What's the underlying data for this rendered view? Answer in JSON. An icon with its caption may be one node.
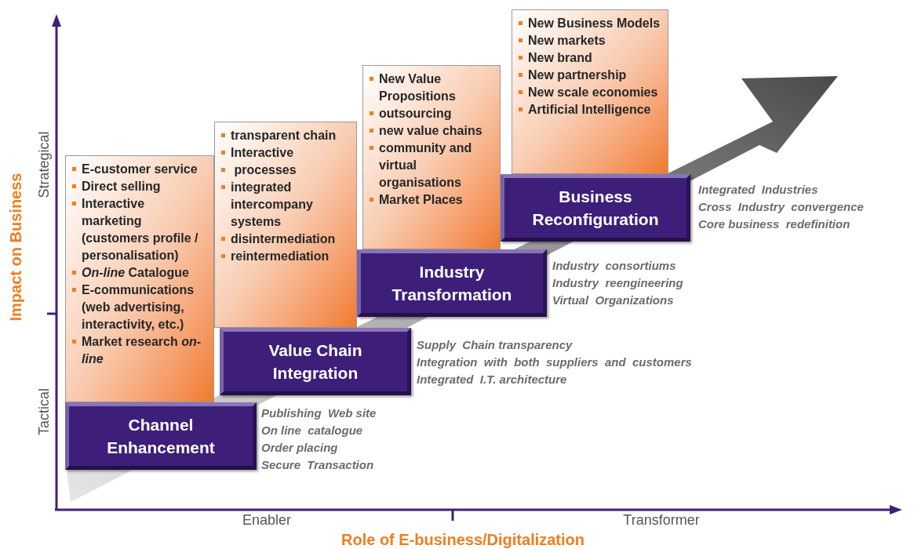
{
  "diagram": {
    "nodes": [
      {
        "text": [
          "E-customer service",
          "Direct selling",
          "Interactive marketing (customers profile / personalisation)",
          "*On-line* Catalogue",
          "E-communications (web advertising, interactivity, etc.)",
          "Market research *on-line*"
        ]
      },
      {
        "text": [
          "transparent chain",
          "Interactive",
          " processes",
          "integrated intercompany systems",
          "disintermediation",
          "reintermediation"
        ]
      },
      {
        "text": [
          "New Value Propositions",
          "outsourcing",
          "new value chains",
          "community and virtual organisations",
          "Market Places"
        ]
      },
      {
        "text": [
          "New Business Models",
          "New markets",
          "New brand",
          "New partnership",
          "New scale economies",
          "Artificial Intelligence"
        ]
      },
      {
        "text": [
          "Channel Enhancement"
        ],
        "beside": [
          "Publishing  Web site",
          "On line  catalogue",
          "Order placing",
          "Secure  Transaction"
        ]
      },
      {
        "text": [
          "Value Chain Integration"
        ],
        "beside": [
          "Supply  Chain transparency",
          "Integration  with  both  suppliers  and  customers",
          "Integrated  I.T. architecture"
        ]
      },
      {
        "text": [
          "Industry Transformation"
        ],
        "beside": [
          "Industry  consortiums",
          "Industry  reengineering",
          "Virtual  Organizations"
        ]
      },
      {
        "text": [
          "Business Reconfiguration"
        ],
        "beside": [
          "Integrated  Industries",
          "Cross  Industry  convergence",
          "Core business  redefinition"
        ]
      }
    ],
    "labels": [
      "Impact on Business",
      "Strategical",
      "Tactical",
      "Enabler",
      "Transformer",
      "Role of E-business/Digitalization"
    ]
  }
}
